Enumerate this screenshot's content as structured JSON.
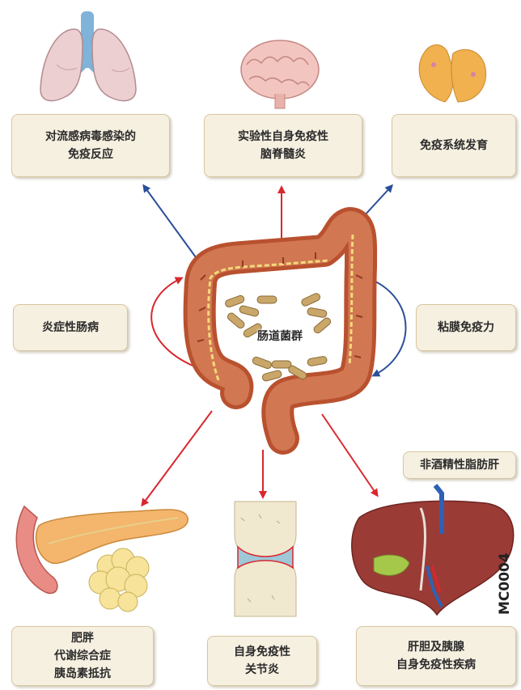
{
  "center": {
    "label": "肠道菌群"
  },
  "top": {
    "left": {
      "lines": [
        "对流感病毒感染的",
        "免疫反应"
      ],
      "organ_icon": "lungs-icon"
    },
    "mid": {
      "lines": [
        "实验性自身免疫性",
        "脑脊髓炎"
      ],
      "organ_icon": "brain-icon"
    },
    "right": {
      "lines": [
        "免疫系统发育"
      ],
      "organ_icon": "thymus-icon"
    }
  },
  "middle": {
    "left": {
      "lines": [
        "炎症性肠病"
      ]
    },
    "right": {
      "lines": [
        "粘膜免疫力"
      ]
    }
  },
  "bottom": {
    "left": {
      "lines": [
        "肥胖",
        "代谢综合症",
        "胰岛素抵抗"
      ],
      "organ_icon": "pancreas-icon"
    },
    "mid": {
      "lines": [
        "自身免疫性",
        "关节炎"
      ],
      "organ_icon": "joint-icon"
    },
    "right": {
      "lines": [
        "肝胆及胰腺",
        "自身免疫性疾病"
      ],
      "organ_icon": "liver-icon"
    }
  },
  "liver_note": {
    "lines": [
      "非酒精性脂肪肝"
    ]
  },
  "code": "MC0004",
  "colors": {
    "red_arrow": "#d9272e",
    "blue_arrow": "#2a4f9a",
    "box_fill": "#f6f0e1",
    "colon": "#c8613f"
  }
}
